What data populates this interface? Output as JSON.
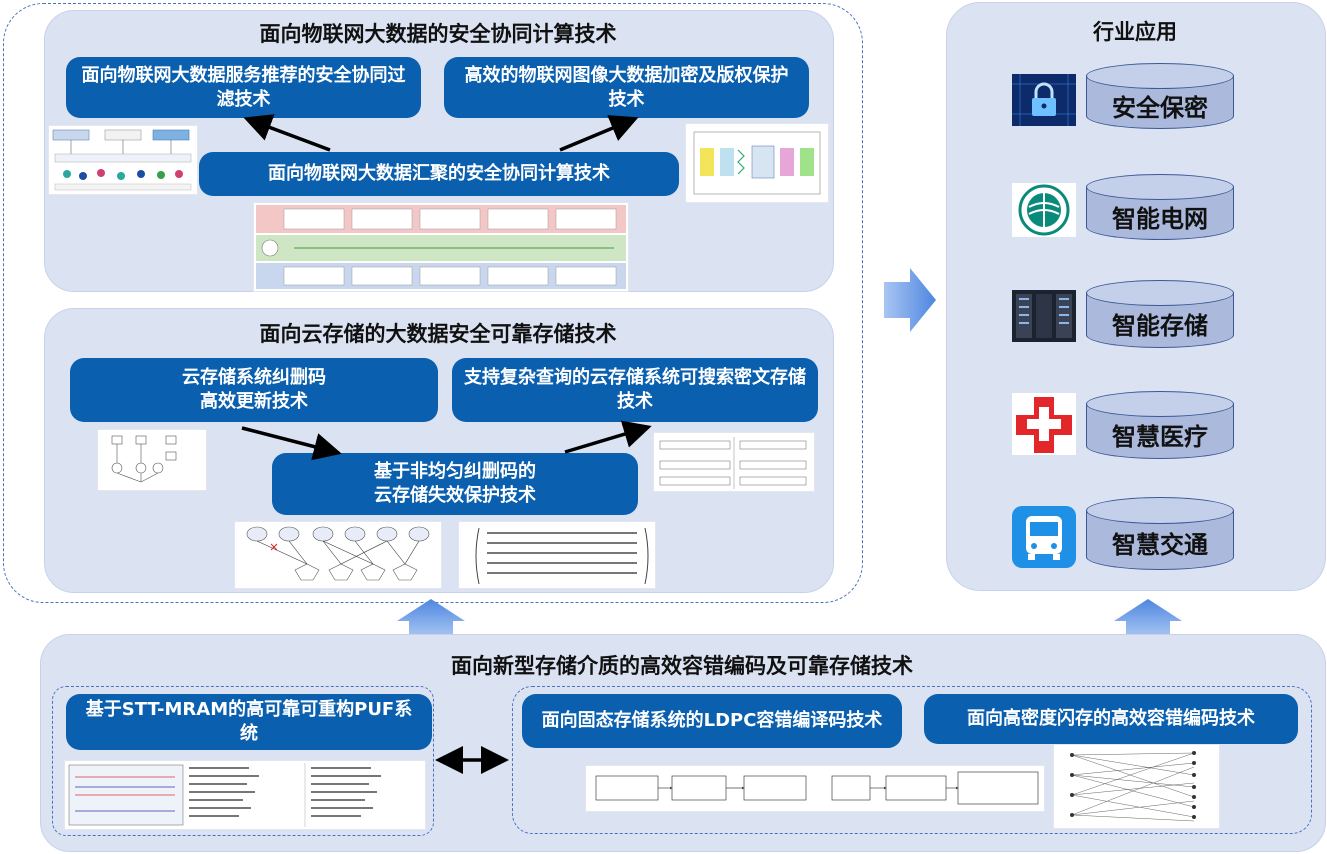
{
  "top_section": {
    "iot": {
      "title": "面向物联网大数据的安全协同计算技术",
      "box_left": "面向物联网大数据服务推荐的安全协同过滤技术",
      "box_right": "高效的物联网图像大数据加密及版权保护技术",
      "box_center": "面向物联网大数据汇聚的安全协同计算技术"
    },
    "cloud": {
      "title": "面向云存储的大数据安全可靠存储技术",
      "box_left": "云存储系统纠删码\n高效更新技术",
      "box_right": "支持复杂查询的云存储系统可搜索密文存储技术",
      "box_center": "基于非均匀纠删码的\n云存储失效保护技术"
    }
  },
  "industry": {
    "title": "行业应用",
    "items": [
      {
        "label": "安全保密",
        "icon": "lock-icon"
      },
      {
        "label": "智能电网",
        "icon": "state-grid-logo"
      },
      {
        "label": "智能存储",
        "icon": "server-room-image"
      },
      {
        "label": "智慧医疗",
        "icon": "medical-cross-icon"
      },
      {
        "label": "智慧交通",
        "icon": "bus-icon"
      }
    ]
  },
  "bottom_section": {
    "title": "面向新型存储介质的高效容错编码及可靠存储技术",
    "box_puf": "基于STT-MRAM的高可靠可重构PUF系统",
    "box_ldpc": "面向固态存储系统的LDPC容错编译码技术",
    "box_flash": "面向高密度闪存的高效容错编码技术"
  },
  "colors": {
    "pill": "#0a5fae",
    "panel": "#dbe3f3",
    "arrow_blue": "#5b8ee6",
    "dashed_border": "#4a72c4",
    "cylinder": "#aab9dc"
  }
}
